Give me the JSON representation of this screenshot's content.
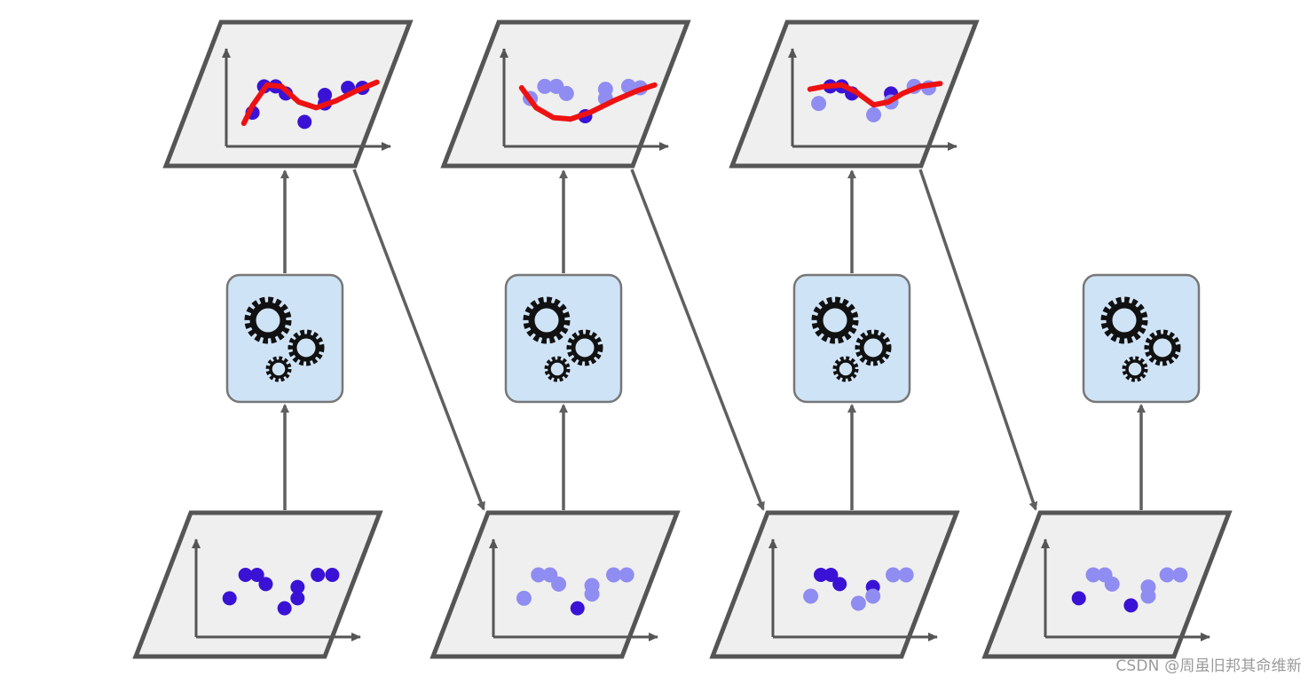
{
  "watermark": "CSDN @周虽旧邦其命维新",
  "colors": {
    "panel_fill": "#efefef",
    "panel_stroke": "#555555",
    "arrow": "#5f5f5f",
    "model_fill": "#cfe3f6",
    "model_stroke": "#777777",
    "gear": "#111111",
    "fit_curve": "#ee1111",
    "point_strong": "#3a12d6",
    "point_light": "#8f8cf2"
  },
  "icons": [
    "gear-icon"
  ],
  "stages": [
    {
      "input_points": [
        [
          0.17,
          0.42,
          "s"
        ],
        [
          0.28,
          0.75,
          "s"
        ],
        [
          0.36,
          0.75,
          "s"
        ],
        [
          0.42,
          0.62,
          "s"
        ],
        [
          0.55,
          0.28,
          "s"
        ],
        [
          0.64,
          0.42,
          "s"
        ],
        [
          0.64,
          0.58,
          "s"
        ],
        [
          0.78,
          0.75,
          "s"
        ],
        [
          0.88,
          0.75,
          "s"
        ]
      ],
      "output_points": [
        [
          0.12,
          0.35,
          "s"
        ],
        [
          0.2,
          0.72,
          "s"
        ],
        [
          0.28,
          0.72,
          "s"
        ],
        [
          0.35,
          0.62,
          "s"
        ],
        [
          0.48,
          0.22,
          "s"
        ],
        [
          0.62,
          0.48,
          "s"
        ],
        [
          0.62,
          0.6,
          "s"
        ],
        [
          0.78,
          0.7,
          "s"
        ],
        [
          0.88,
          0.7,
          "s"
        ]
      ],
      "output_curve": [
        [
          0.06,
          0.2
        ],
        [
          0.12,
          0.45
        ],
        [
          0.22,
          0.74
        ],
        [
          0.32,
          0.72
        ],
        [
          0.44,
          0.5
        ],
        [
          0.56,
          0.42
        ],
        [
          0.7,
          0.52
        ],
        [
          0.84,
          0.66
        ],
        [
          0.98,
          0.78
        ]
      ]
    },
    {
      "input_points": [
        [
          0.15,
          0.42,
          "l"
        ],
        [
          0.25,
          0.75,
          "l"
        ],
        [
          0.33,
          0.75,
          "l"
        ],
        [
          0.39,
          0.62,
          "l"
        ],
        [
          0.52,
          0.28,
          "s"
        ],
        [
          0.62,
          0.48,
          "l"
        ],
        [
          0.62,
          0.6,
          "l"
        ],
        [
          0.77,
          0.75,
          "l"
        ],
        [
          0.86,
          0.75,
          "l"
        ]
      ],
      "output_points": [
        [
          0.12,
          0.55,
          "l"
        ],
        [
          0.22,
          0.72,
          "l"
        ],
        [
          0.3,
          0.72,
          "l"
        ],
        [
          0.37,
          0.62,
          "l"
        ],
        [
          0.5,
          0.3,
          "s"
        ],
        [
          0.64,
          0.55,
          "l"
        ],
        [
          0.64,
          0.68,
          "l"
        ],
        [
          0.8,
          0.72,
          "l"
        ],
        [
          0.88,
          0.7,
          "l"
        ]
      ],
      "output_curve": [
        [
          0.06,
          0.7
        ],
        [
          0.16,
          0.42
        ],
        [
          0.28,
          0.28
        ],
        [
          0.4,
          0.26
        ],
        [
          0.54,
          0.36
        ],
        [
          0.7,
          0.52
        ],
        [
          0.86,
          0.66
        ],
        [
          0.98,
          0.74
        ]
      ]
    },
    {
      "input_points": [
        [
          0.2,
          0.45,
          "l"
        ],
        [
          0.27,
          0.75,
          "s"
        ],
        [
          0.34,
          0.75,
          "s"
        ],
        [
          0.4,
          0.62,
          "s"
        ],
        [
          0.53,
          0.35,
          "l"
        ],
        [
          0.63,
          0.58,
          "s"
        ],
        [
          0.63,
          0.45,
          "l"
        ],
        [
          0.77,
          0.75,
          "l"
        ],
        [
          0.86,
          0.75,
          "l"
        ]
      ],
      "output_points": [
        [
          0.12,
          0.48,
          "l"
        ],
        [
          0.2,
          0.72,
          "s"
        ],
        [
          0.28,
          0.72,
          "s"
        ],
        [
          0.35,
          0.62,
          "s"
        ],
        [
          0.5,
          0.32,
          "l"
        ],
        [
          0.62,
          0.62,
          "s"
        ],
        [
          0.62,
          0.5,
          "l"
        ],
        [
          0.78,
          0.72,
          "l"
        ],
        [
          0.88,
          0.7,
          "l"
        ]
      ],
      "output_curve": [
        [
          0.06,
          0.68
        ],
        [
          0.16,
          0.72
        ],
        [
          0.28,
          0.74
        ],
        [
          0.38,
          0.64
        ],
        [
          0.5,
          0.46
        ],
        [
          0.6,
          0.5
        ],
        [
          0.7,
          0.62
        ],
        [
          0.82,
          0.72
        ],
        [
          0.96,
          0.76
        ]
      ]
    },
    {
      "input_points": [
        [
          0.17,
          0.42,
          "s"
        ],
        [
          0.27,
          0.75,
          "l"
        ],
        [
          0.35,
          0.75,
          "l"
        ],
        [
          0.4,
          0.62,
          "l"
        ],
        [
          0.53,
          0.32,
          "s"
        ],
        [
          0.65,
          0.58,
          "l"
        ],
        [
          0.65,
          0.45,
          "l"
        ],
        [
          0.78,
          0.75,
          "l"
        ],
        [
          0.87,
          0.75,
          "l"
        ]
      ]
    }
  ]
}
